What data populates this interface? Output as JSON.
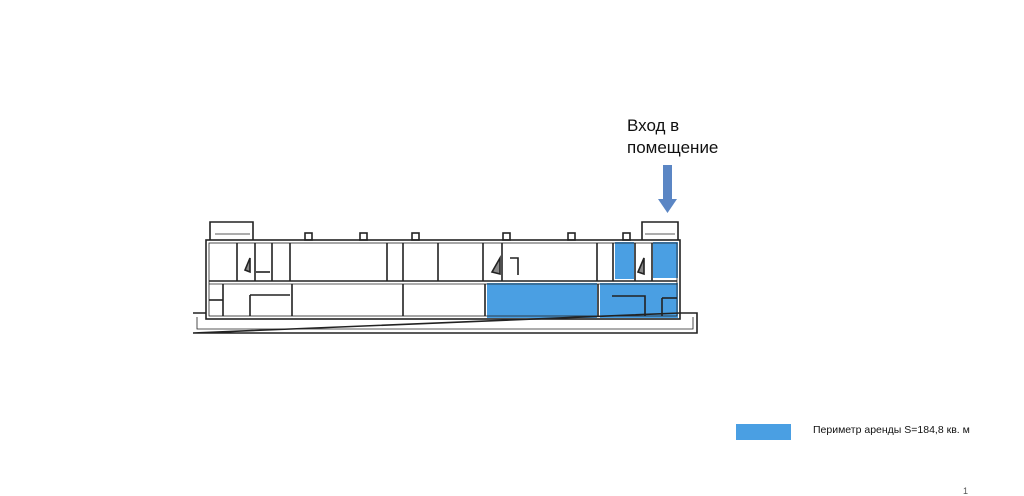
{
  "entry_label": {
    "line1": "Вход в",
    "line2": "помещение"
  },
  "legend": {
    "label": "Периметр  аренды S=184,8 кв. м",
    "color": "#4a9fe3"
  },
  "page_number": "1",
  "colors": {
    "rent_area": "#4a9fe3",
    "arrow": "#5b86c4",
    "wall": "#222222"
  }
}
